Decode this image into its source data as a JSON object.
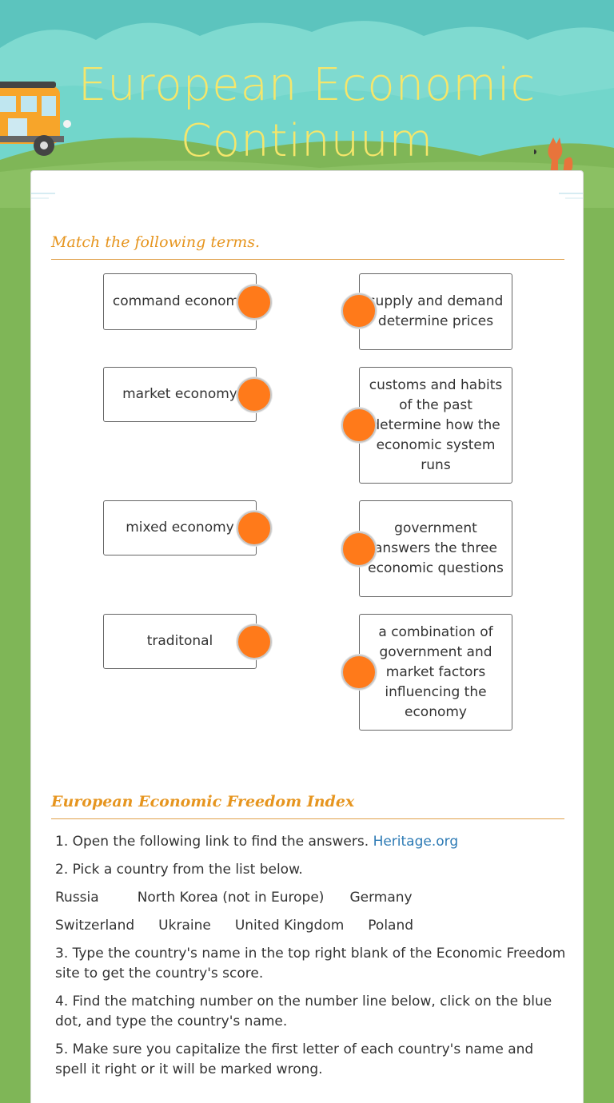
{
  "header": {
    "title_line1": "European Economic",
    "title_line2": "Continuum"
  },
  "section1": {
    "heading": "Match the following terms.",
    "left_terms": [
      "command economy",
      "market economy",
      "mixed economy",
      "traditonal"
    ],
    "right_terms": [
      "supply and demand determine prices",
      "customs and habits of the past determine how the economic system runs",
      "government answers the three economic questions",
      "a combination of government and market factors influencing the economy"
    ]
  },
  "section2": {
    "heading": "European Economic Freedom Index",
    "step1_text": "1. Open the following link to find the answers.",
    "step1_link": "Heritage.org",
    "step2_text": "2. Pick a country from the list below.",
    "countries_row1": [
      "Russia",
      "North Korea (not in Europe)",
      "Germany"
    ],
    "countries_row2": [
      "Switzerland",
      "Ukraine",
      "United Kingdom",
      "Poland"
    ],
    "step3_text": "3. Type the country's name in the top right blank of the Economic Freedom site to get the country's score.",
    "step4_text": "4. Find the matching number on the number line below, click on the blue dot, and type the country's name.",
    "step5_text": "5. Make sure you capitalize the first letter of each country's name and spell it right or it will be marked wrong."
  },
  "colors": {
    "sky": "#5cc4be",
    "grass": "#7fb657",
    "title": "#f5e66b",
    "heading": "#e6951f",
    "dot": "#ff7a1a",
    "link": "#2e7bb5"
  }
}
